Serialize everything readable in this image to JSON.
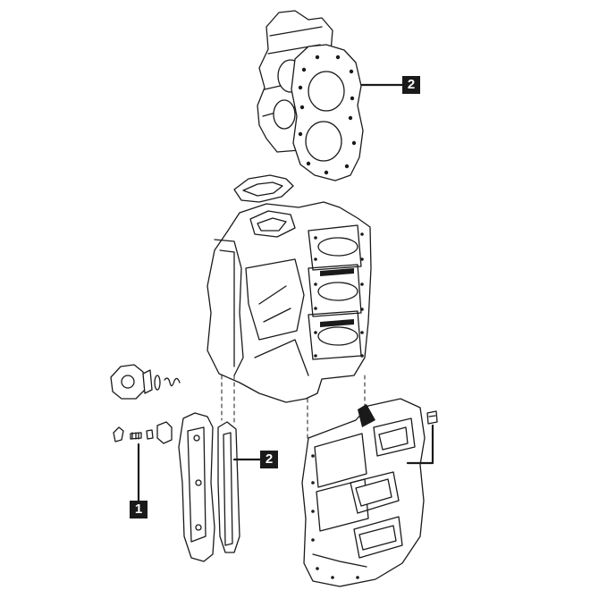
{
  "diagram": {
    "callouts": [
      {
        "id": "head-gasket",
        "label": "2"
      },
      {
        "id": "plate-gasket",
        "label": "2"
      },
      {
        "id": "valve-assembly",
        "label": "1"
      }
    ],
    "colors": {
      "line": "#1a1a1a",
      "background": "#ffffff",
      "fill": "#ffffff",
      "dark": "#1a1a1a"
    }
  }
}
